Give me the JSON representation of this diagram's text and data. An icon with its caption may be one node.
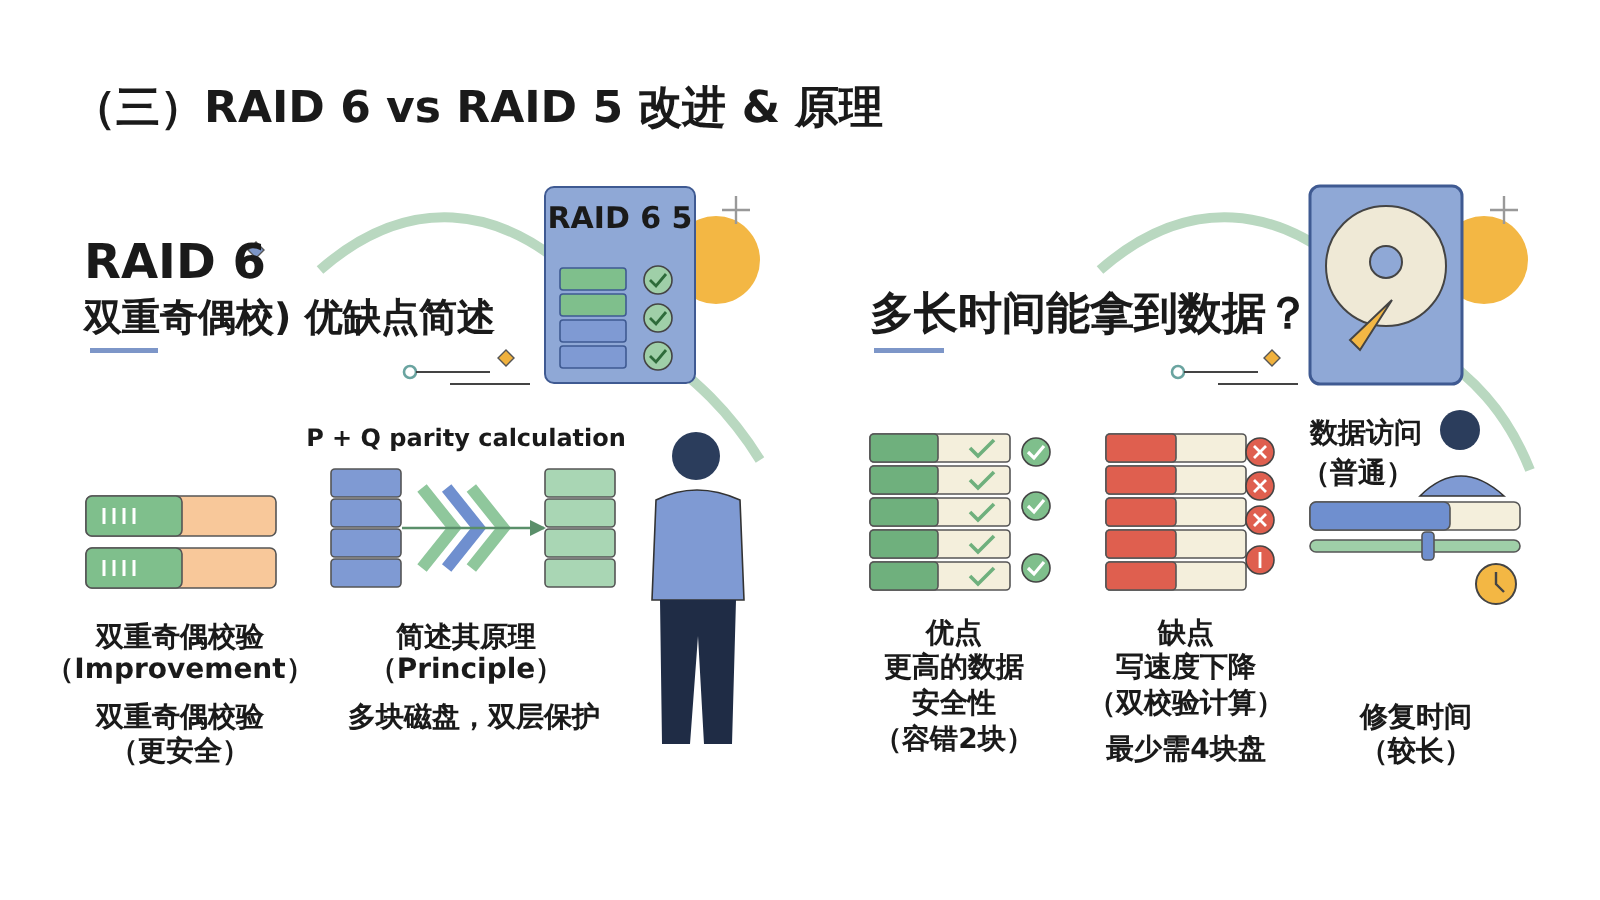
{
  "diagram": {
    "title": "（三）RAID 6 vs RAID 5 改进 & 原理",
    "nodes": [
      {
        "text": [
          "RAID 6 5"
        ]
      },
      {
        "text": [],
        "shape": "box"
      },
      {
        "text": [],
        "shape": "box"
      }
    ],
    "edges": [
      {
        "from": 1,
        "to": 2,
        "arrow": "to"
      }
    ],
    "labels": [
      "RAID 6",
      "双重奇偶校) 优缺点简述",
      "多长时间能拿到数据？",
      "P + Q parity calculation",
      "数据访问",
      "（普通）",
      "双重奇偶校验",
      "（Improvement）",
      "简述其原理",
      "（Principle）",
      "优点",
      "更高的数据安全性",
      "（容错2块）",
      "缺点",
      "写速度下降",
      "（双校验计算）",
      "双重奇偶校验",
      "（更安全）",
      "多块磁盘，双层保护",
      "最少需4块盘",
      "修复时间",
      "（较长）"
    ]
  }
}
